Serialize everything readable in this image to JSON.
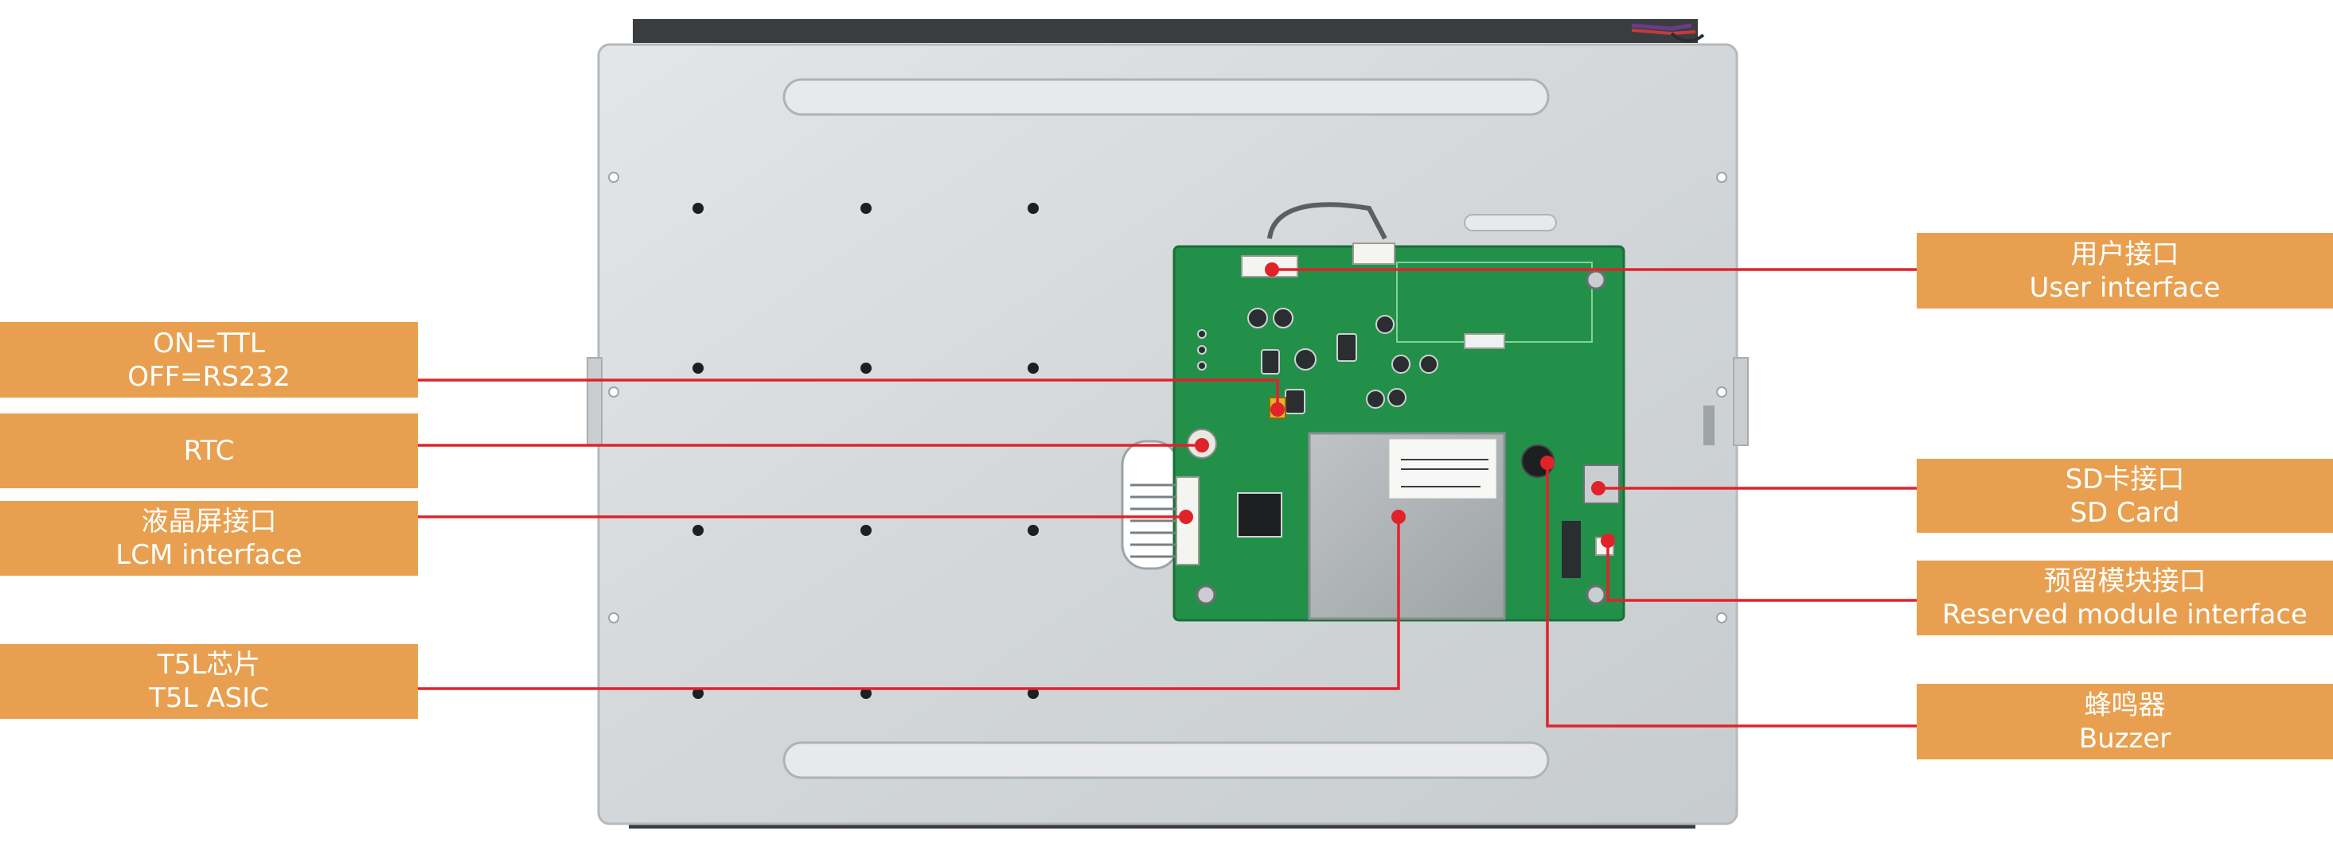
{
  "colors": {
    "label_bg": "#e8a050",
    "label_text": "#ffffff",
    "leader_line": "#e0232a",
    "pcb_green": "#23904a",
    "metal_panel": "#d6dadc",
    "asic_shield": "#a8adb0"
  },
  "callouts": [
    {
      "id": "user-interface",
      "line1": "用户接口",
      "line2": "User interface"
    },
    {
      "id": "ttl-rs232-switch",
      "line1": "ON=TTL",
      "line2": "OFF=RS232"
    },
    {
      "id": "rtc",
      "line1": "RTC",
      "line2": ""
    },
    {
      "id": "lcm-interface",
      "line1": "液晶屏接口",
      "line2": "LCM interface"
    },
    {
      "id": "sd-card",
      "line1": "SD卡接口",
      "line2": "SD Card"
    },
    {
      "id": "reserved-module",
      "line1": "预留模块接口",
      "line2": "Reserved module interface"
    },
    {
      "id": "t5l-asic",
      "line1": "T5L芯片",
      "line2": "T5L ASIC"
    },
    {
      "id": "buzzer",
      "line1": "蜂鸣器",
      "line2": "Buzzer"
    }
  ]
}
